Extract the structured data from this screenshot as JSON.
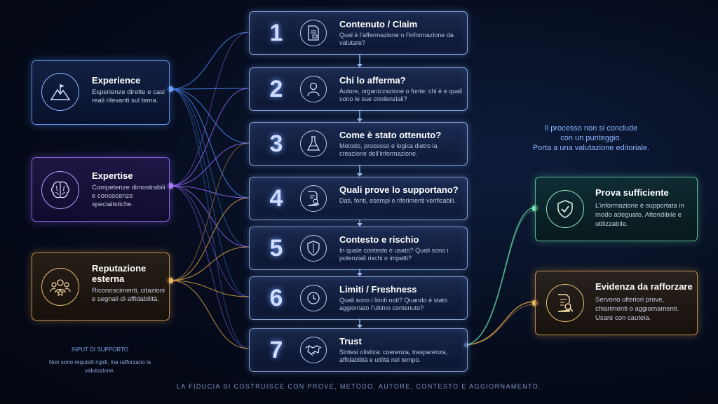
{
  "steps": [
    {
      "number": "1",
      "title": "Contenuto / Claim",
      "desc": "Qual è l’affermazione o l’informazione da valutare?",
      "icon": "document-icon"
    },
    {
      "number": "2",
      "title": "Chi lo afferma?",
      "desc": "Autore, organizzazione o fonte: chi è e quali sono le sue credenziali?",
      "icon": "person-icon"
    },
    {
      "number": "3",
      "title": "Come è stato ottenuto?",
      "desc": "Metodo, processo e logica dietro la creazione dell’informazione.",
      "icon": "flask-icon"
    },
    {
      "number": "4",
      "title": "Quali prove lo supportano?",
      "desc": "Dati, fonti, esempi e riferimenti verificabili.",
      "icon": "document-search-icon"
    },
    {
      "number": "5",
      "title": "Contesto e rischio",
      "desc": "In quale contesto è usato? Quali sono i potenziali rischi o impatti?",
      "icon": "shield-icon"
    },
    {
      "number": "6",
      "title": "Limiti / Freshness",
      "desc": "Quali sono i limiti noti? Quando è stato aggiornato l’ultimo contenuto?",
      "icon": "clock-icon"
    },
    {
      "number": "7",
      "title": "Trust",
      "desc": "Sintesi olistica: coerenza, trasparenza, affidabilità e utilità nel tempo.",
      "icon": "handshake-icon"
    }
  ],
  "inputs": [
    {
      "title": "Experience",
      "desc": "Esperienze dirette e casi reali rilevanti sul tema.",
      "icon": "mountain-flag-icon",
      "color": "#4f8dff"
    },
    {
      "title": "Expertise",
      "desc": "Competenze dimostrabili e conoscenze specialistiche.",
      "icon": "brain-icon",
      "color": "#9a6bff"
    },
    {
      "title": "Reputazione esterna",
      "desc": "Riconoscimenti, citazioni e segnali di affidabilità.",
      "icon": "people-star-icon",
      "color": "#e0a84a"
    }
  ],
  "support": {
    "label": "INPUT DI SUPPORTO",
    "text": "Non sono requisiti rigidi, ma rafforzano la valutazione."
  },
  "note": {
    "line1": "Il processo non si conclude",
    "line2": "con un punteggio.",
    "line3": "Porta a una valutazione editoriale."
  },
  "outcomes": [
    {
      "title": "Prova sufficiente",
      "desc": "L’informazione è supportata in modo adeguato. Attendibile e utilizzabile.",
      "icon": "shield-check-icon",
      "color": "#5fd6a4"
    },
    {
      "title": "Evidenza da rafforzare",
      "desc": "Servono ulteriori prove, chiarimenti o aggiornamenti. Usare con cautela.",
      "icon": "document-search-icon",
      "color": "#e0a84a"
    }
  ],
  "footer": "LA FIDUCIA SI COSTRUISCE CON PROVE, METODO, AUTORE, CONTESTO E AGGIORNAMENTO."
}
